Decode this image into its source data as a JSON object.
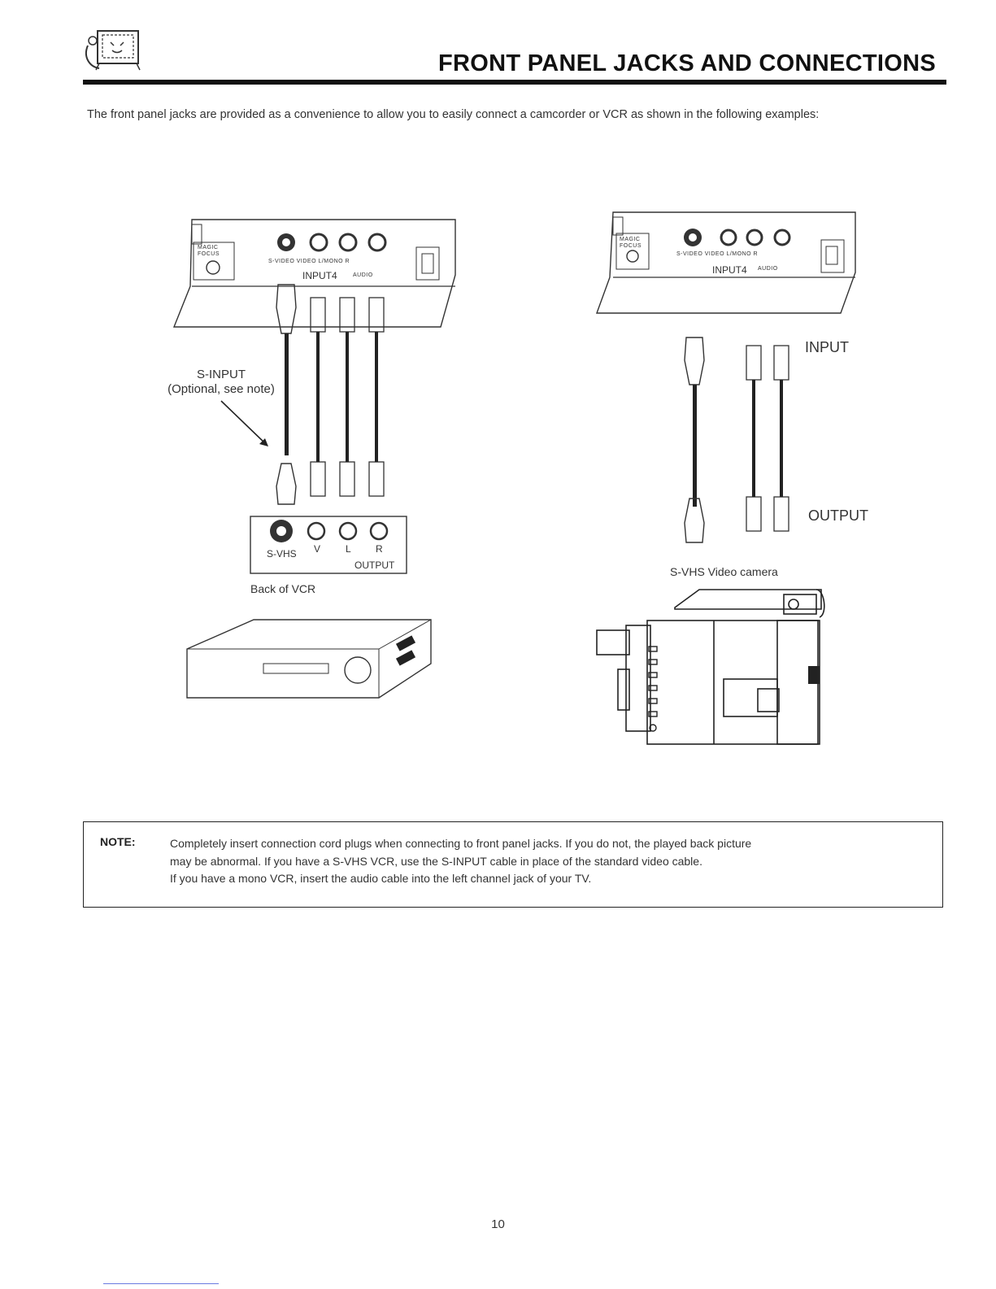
{
  "header": {
    "title": "FRONT PANEL JACKS AND CONNECTIONS"
  },
  "intro": "The front panel jacks are provided as a convenience to allow you to easily connect a camcorder or VCR as shown in the following examples:",
  "left_diagram": {
    "panel_top_labels": [
      "MAGIC",
      "FOCUS"
    ],
    "jack_labels": "S-VIDEO  VIDEO  L/MONO    R",
    "input_label": "INPUT4",
    "audio_label": "AUDIO",
    "callout": [
      "S-INPUT",
      "(Optional, see note)"
    ],
    "vcr_jacks": [
      "S-VHS",
      "V",
      "L",
      "R"
    ],
    "vcr_output": "OUTPUT",
    "caption": "Back of VCR"
  },
  "right_diagram": {
    "panel_top_labels": [
      "MAGIC",
      "FOCUS"
    ],
    "jack_labels": "S-VIDEO  VIDEO  L/MONO    R",
    "input_label": "INPUT4",
    "audio_label": "AUDIO",
    "input_text": "INPUT",
    "output_text": "OUTPUT",
    "caption": "S-VHS Video camera"
  },
  "note": {
    "label": "NOTE:",
    "lines": [
      "Completely insert connection cord plugs when connecting to front panel jacks.  If you do not, the played back picture",
      "may be abnormal.  If you have a S-VHS VCR, use the S-INPUT cable in place of the standard video cable.",
      "If you have a mono VCR, insert the audio cable into the left channel jack of your TV."
    ]
  },
  "page_number": "10"
}
